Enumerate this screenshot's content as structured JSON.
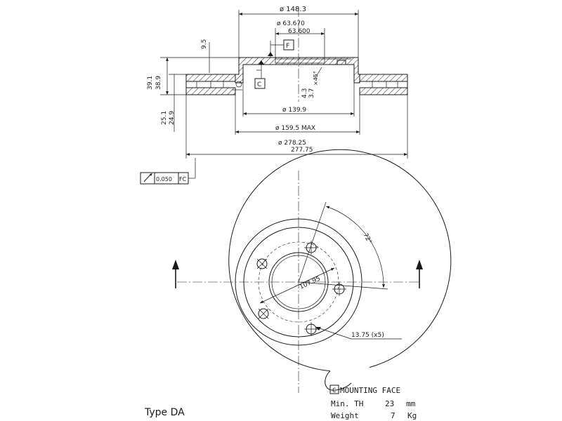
{
  "dimensions": {
    "d_148": "ø 148.3",
    "d_63_max": "ø  63.670",
    "d_63_min": "63.600",
    "height_9_5": "9.5",
    "height_39_1": "39.1",
    "height_38_9": "38.9",
    "height_25_1": "25.1",
    "height_24_9": "24.9",
    "chamfer": "4.3",
    "chamfer_b": "3.7",
    "chamfer_angle": "×45°",
    "d_139": "ø 139.9",
    "d_159": "ø 159.5 MAX",
    "d_278_max": "ø  278.25",
    "d_278_min": "277.75",
    "pcd": "107.95",
    "angle": "72°",
    "holes": "13.75 (x5)"
  },
  "datums": {
    "f": "F",
    "c": "C"
  },
  "tolerance": {
    "value": "0.050",
    "ref": "FC"
  },
  "notes": {
    "mounting_c": "C",
    "mounting_face": "MOUNTING FACE",
    "min_th_label": "Min. TH",
    "min_th_value": "23",
    "min_th_unit": "mm",
    "weight_label": "Weight",
    "weight_value": "7",
    "weight_unit": "Kg",
    "type": "Type DA"
  }
}
